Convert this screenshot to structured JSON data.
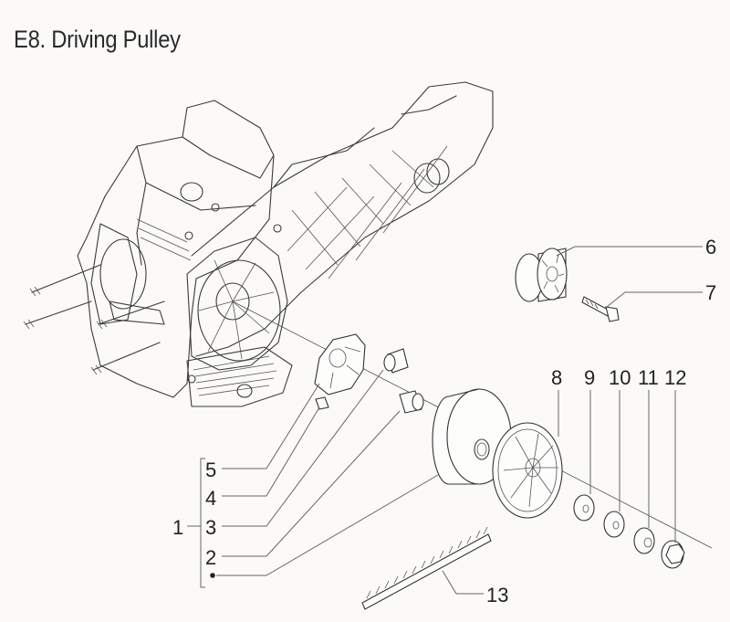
{
  "title": "E8. Driving Pulley",
  "callouts": {
    "c1": "1",
    "c2": "2",
    "c3": "3",
    "c4": "4",
    "c5": "5",
    "c6": "6",
    "c7": "7",
    "c8": "8",
    "c9": "9",
    "c10": "10",
    "c11": "11",
    "c12": "12",
    "c13": "13"
  },
  "assembly_group": {
    "parent": "1",
    "members": [
      "5",
      "4",
      "3",
      "2",
      "•"
    ]
  },
  "parts_shown": [
    {
      "id": "crankcase",
      "label": ""
    },
    {
      "id": "roller",
      "label": "6"
    },
    {
      "id": "bolt",
      "label": "7"
    },
    {
      "id": "ramp-plate",
      "label": "5"
    },
    {
      "id": "slider",
      "label": "4"
    },
    {
      "id": "bushing",
      "label": "3"
    },
    {
      "id": "spacer",
      "label": "2"
    },
    {
      "id": "movable-pulley-half",
      "label": "1"
    },
    {
      "id": "fixed-pulley-half",
      "label": "8"
    },
    {
      "id": "washer-9",
      "label": "9"
    },
    {
      "id": "washer-10",
      "label": "10"
    },
    {
      "id": "washer-11",
      "label": "11"
    },
    {
      "id": "nut",
      "label": "12"
    },
    {
      "id": "drive-belt",
      "label": "13"
    }
  ]
}
